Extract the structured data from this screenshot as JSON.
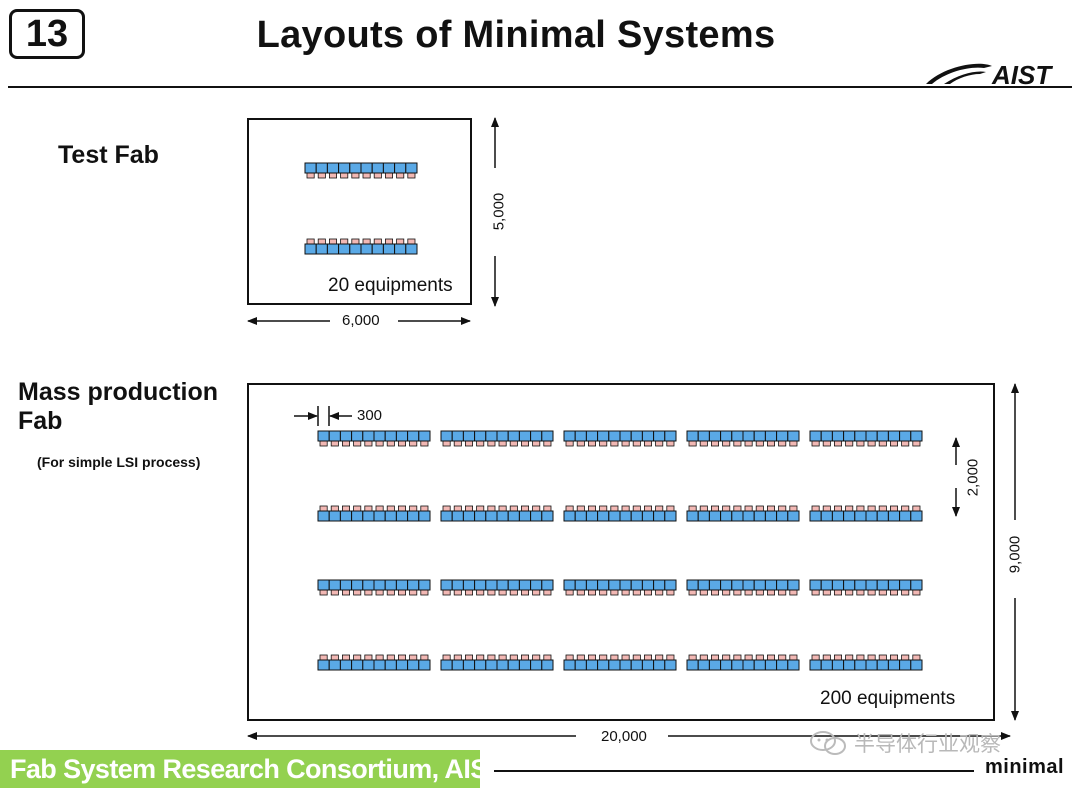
{
  "header": {
    "slide_number": "13",
    "title": "Layouts of Minimal Systems",
    "logo_text": "AIST"
  },
  "test_fab": {
    "label": "Test Fab",
    "equipment_count_text": "20 equipments",
    "width_label": "6,000",
    "height_label": "5,000",
    "rows": 2,
    "units_per_row": 10
  },
  "mass_fab": {
    "label_line1": "Mass production",
    "label_line2": "Fab",
    "sublabel": "(For simple LSI process)",
    "equipment_count_text": "200 equipments",
    "width_label": "20,000",
    "height_label": "9,000",
    "row_pitch_label": "2,000",
    "unit_width_label": "300",
    "rows": 4,
    "groups_per_row": 5,
    "units_per_group": 10
  },
  "colors": {
    "equipment_fill": "#5aa9e6",
    "port_fill": "#f2b8b4",
    "outline": "#111111",
    "footer_green": "#93d150"
  },
  "footer": {
    "consortium": "Fab System Research Consortium, AIST",
    "brand": "minimal",
    "watermark": "半导体行业观察"
  }
}
